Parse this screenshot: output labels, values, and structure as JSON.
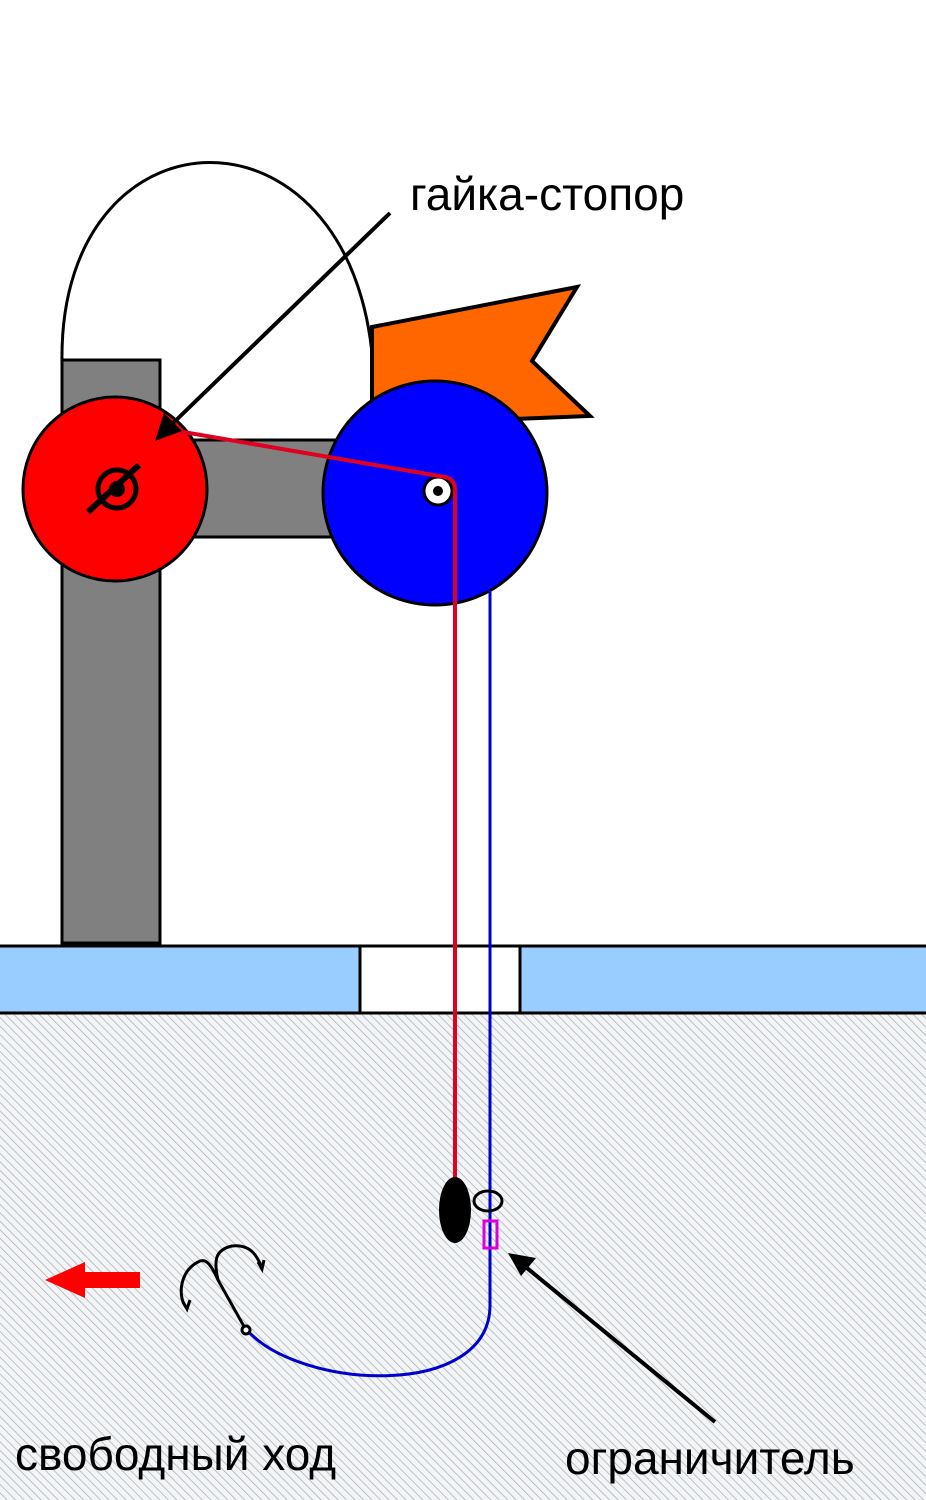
{
  "labels": {
    "lock_nut": "гайка-стопор",
    "free_play": "свободный ход",
    "limiter": "ограничитель"
  },
  "colors": {
    "red_disk": "#ff0000",
    "blue_disk": "#0000ff",
    "flag": "#ff6600",
    "post": "#808080",
    "ice": "#99ccff",
    "water": "#e8eef2",
    "limiter": "#dd00dd"
  }
}
